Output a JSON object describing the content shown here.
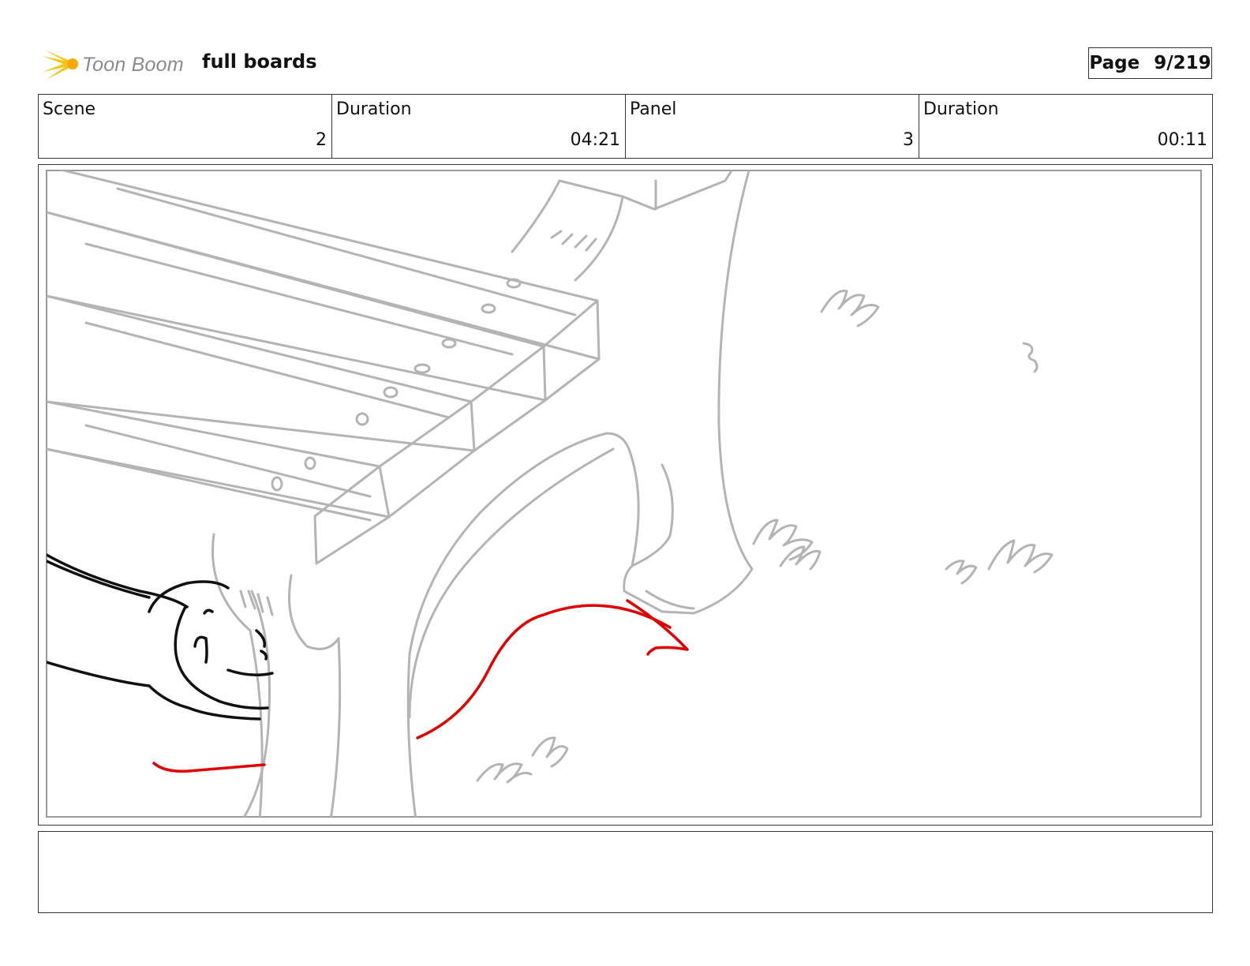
{
  "header": {
    "logo_text": "Toon Boom",
    "title": "full boards",
    "page_label": "Page",
    "page_value": "9/219"
  },
  "info": [
    {
      "label": "Scene",
      "value": "2"
    },
    {
      "label": "Duration",
      "value": "04:21"
    },
    {
      "label": "Panel",
      "value": "3"
    },
    {
      "label": "Duration",
      "value": "00:11"
    }
  ],
  "colors": {
    "sketch": "#b4b4b4",
    "character": "#111111",
    "motion_arrow": "#e00000",
    "logo_star": "#f5c518"
  },
  "notes": ""
}
